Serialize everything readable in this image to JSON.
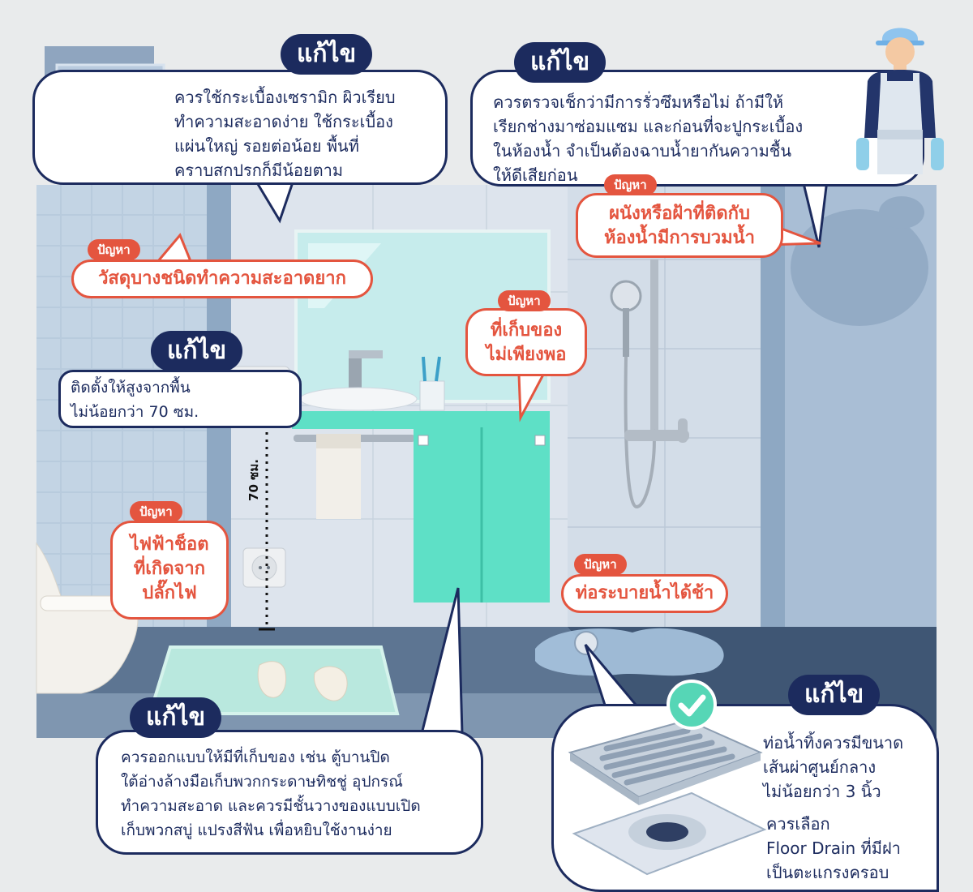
{
  "fix_label": "แก้ไข",
  "problem_label": "ปัญหา",
  "fixes": {
    "tiles": "ควรใช้กระเบื้องเซรามิก ผิวเรียบ\nทำความสะอาดง่าย ใช้กระเบื้อง\nแผ่นใหญ่ รอยต่อน้อย พื้นที่\nคราบสกปรกก็มีน้อยตาม",
    "leak": "ควรตรวจเช็กว่ามีการรั่วซึมหรือไม่ ถ้ามีให้\nเรียกช่างมาซ่อมแซม และก่อนที่จะปูกระเบื้อง\nในห้องน้ำ จำเป็นต้องฉาบน้ำยากันความชื้น\nให้ดีเสียก่อน",
    "outlet": "ติดตั้งให้สูงจากพื้น\nไม่น้อยกว่า 70 ซม.",
    "storage": "ควรออกแบบให้มีที่เก็บของ เช่น ตู้บานปิด\nใต้อ่างล้างมือเก็บพวกกระดาษทิชชู่ อุปกรณ์\nทำความสะอาด และควรมีชั้นวางของแบบเปิด\nเก็บพวกสบู่ แปรงสีฟัน เพื่อหยิบใช้งานง่าย",
    "drain_size": "ท่อน้ำทิ้งควรมีขนาด\nเส้นผ่าศูนย์กลาง\nไม่น้อยกว่า 3 นิ้ว",
    "drain_type": "ควรเลือก\nFloor Drain ที่มีฝา\nเป็นตะแกรงครอบ"
  },
  "problems": {
    "material": "วัสดุบางชนิดทำความสะอาดยาก",
    "wall": "ผนังหรือฝ้าที่ติดกับ\nห้องน้ำมีการบวมน้ำ",
    "storage": "ที่เก็บของ\nไม่เพียงพอ",
    "shock": "ไฟฟ้าช็อต\nที่เกิดจาก\nปลั๊กไฟ",
    "drain": "ท่อระบายน้ำได้ช้า"
  },
  "dimension_label": "70 ซม.",
  "colors": {
    "navy": "#1c2b5e",
    "problem_red": "#e4553f",
    "cabinet_teal": "#5ee0c6",
    "check_green": "#56d6b6"
  }
}
